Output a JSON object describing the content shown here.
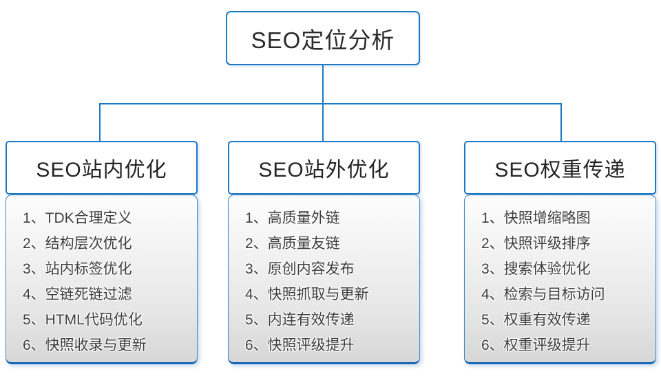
{
  "diagram": {
    "title": "SEO定位分析",
    "accent_color": "#1b79c6",
    "panel_gradient_top": "#fdfdfd",
    "panel_gradient_bottom": "#d7d7d7",
    "text_color": "#3d3d3d"
  },
  "branches": [
    {
      "title": "SEO站内优化",
      "items": [
        "1、TDK合理定义",
        "2、结构层次优化",
        "3、站内标签优化",
        "4、空链死链过滤",
        "5、HTML代码优化",
        "6、快照收录与更新"
      ]
    },
    {
      "title": "SEO站外优化",
      "items": [
        "1、高质量外链",
        "2、高质量友链",
        "3、原创内容发布",
        "4、快照抓取与更新",
        "5、内连有效传递",
        "6、快照评级提升"
      ]
    },
    {
      "title": "SEO权重传递",
      "items": [
        "1、快照增缩略图",
        "2、快照评级排序",
        "3、搜索体验优化",
        "4、检索与目标访问",
        "5、权重有效传递",
        "6、权重评级提升"
      ]
    }
  ]
}
